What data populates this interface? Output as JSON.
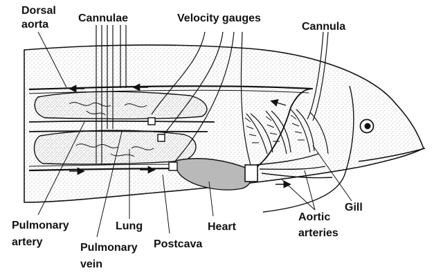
{
  "labels": {
    "dorsal_aorta_line1": "Dorsal",
    "dorsal_aorta_line2": "aorta",
    "cannulae": "Cannulae",
    "velocity_gauges": "Velocity gauges",
    "cannula": "Cannula",
    "gill": "Gill",
    "aortic_arteries_line1": "Aortic",
    "aortic_arteries_line2": "arteries",
    "heart": "Heart",
    "postcava": "Postcava",
    "lung": "Lung",
    "pulmonary_artery_line1": "Pulmonary",
    "pulmonary_artery_line2": "artery",
    "pulmonary_vein_line1": "Pulmonary",
    "pulmonary_vein_line2": "vein"
  },
  "colors": {
    "ink": "#111111",
    "body_stipple": "#8f8f8f",
    "lung_fill": "#efefef",
    "heart_fill": "#b9b9b9",
    "background": "#ffffff"
  }
}
